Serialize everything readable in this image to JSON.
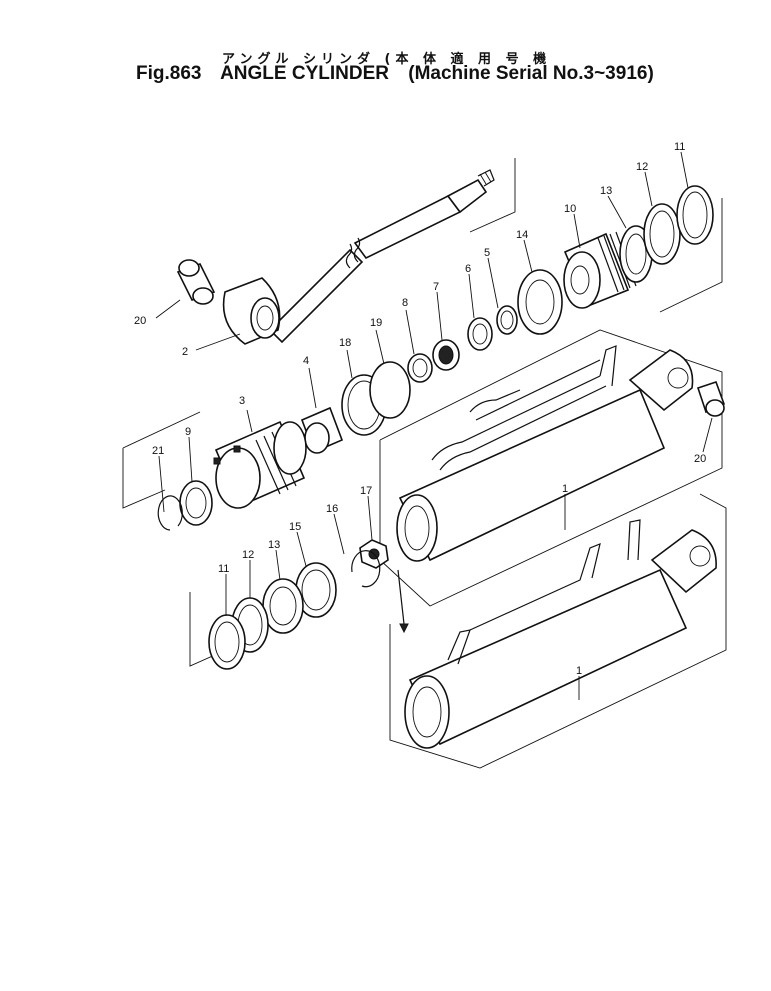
{
  "header": {
    "title_jp": "アングル シリンダ (本 体 適 用 号 機",
    "fig_number": "Fig.863",
    "part_name": "ANGLE CYLINDER",
    "serial": "(Machine Serial No.3~3916)"
  },
  "callouts": {
    "c1a": "1",
    "c1b": "1",
    "c2": "2",
    "c3": "3",
    "c4": "4",
    "c5": "5",
    "c6": "6",
    "c7": "7",
    "c8": "8",
    "c9": "9",
    "c10": "10",
    "c11a": "11",
    "c11b": "11",
    "c12a": "12",
    "c12b": "12",
    "c13a": "13",
    "c13b": "13",
    "c14": "14",
    "c15": "15",
    "c16": "16",
    "c17": "17",
    "c18": "18",
    "c19": "19",
    "c20a": "20",
    "c20b": "20",
    "c21": "21"
  }
}
